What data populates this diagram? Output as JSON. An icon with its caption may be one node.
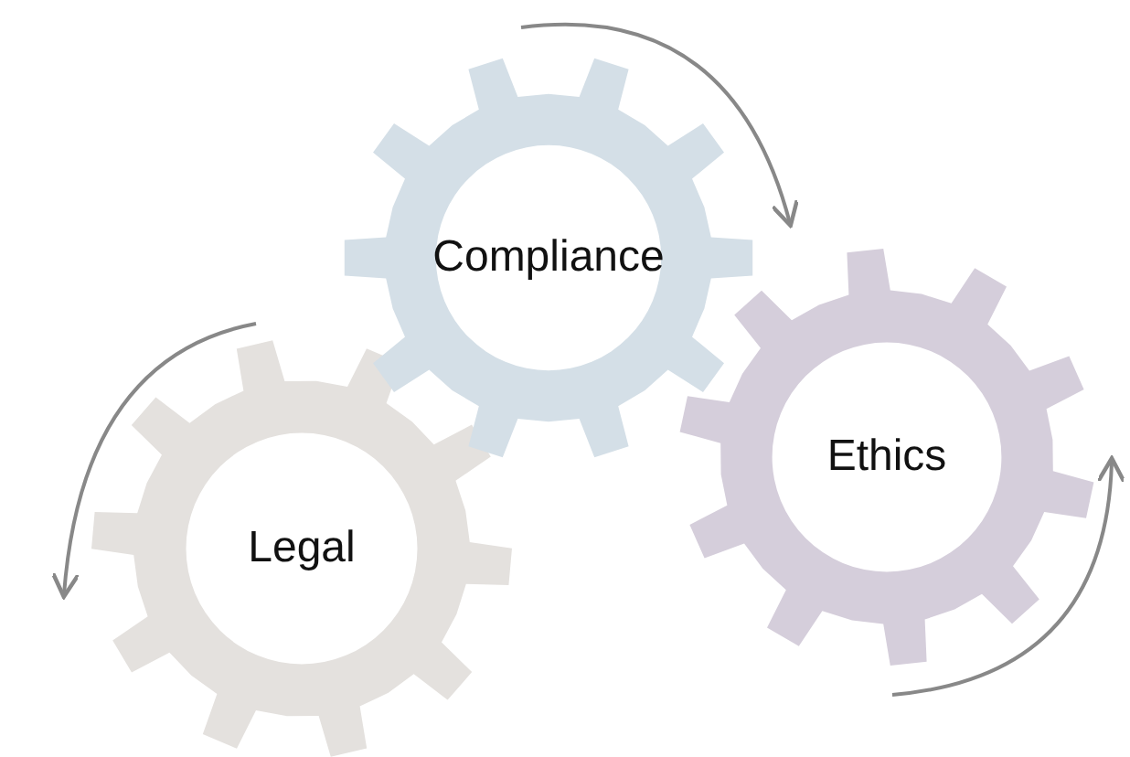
{
  "diagram": {
    "nodes": [
      {
        "text": [
          "Compliance"
        ]
      },
      {
        "text": [
          "Ethics"
        ]
      },
      {
        "text": [
          "Legal"
        ]
      }
    ]
  }
}
